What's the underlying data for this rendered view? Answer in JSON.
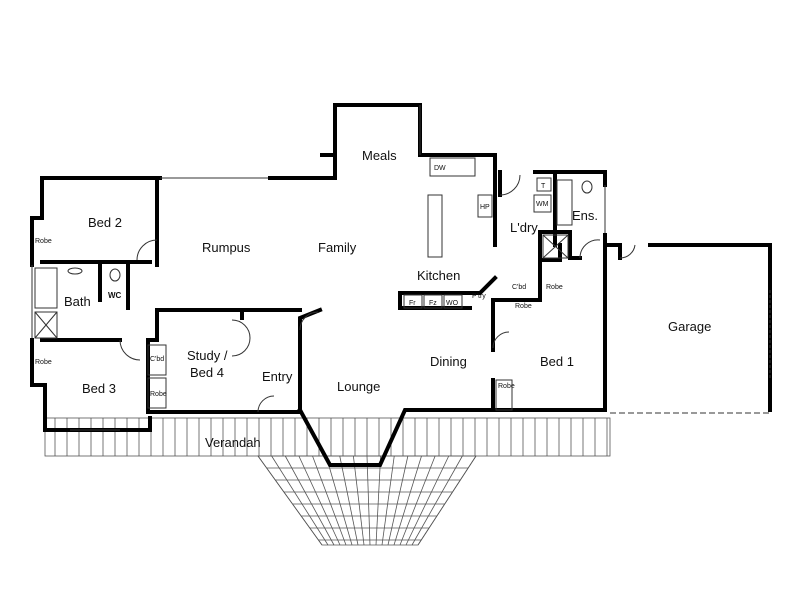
{
  "plan": {
    "rooms": {
      "meals": "Meals",
      "bed2": "Bed 2",
      "rumpus": "Rumpus",
      "family": "Family",
      "kitchen": "Kitchen",
      "laundry": "L'dry",
      "ensuite": "Ens.",
      "bath": "Bath",
      "wc": "WC",
      "study_line1": "Study /",
      "study_line2": "Bed 4",
      "entry": "Entry",
      "lounge": "Lounge",
      "dining": "Dining",
      "bed1": "Bed 1",
      "bed3": "Bed 3",
      "garage": "Garage",
      "verandah": "Verandah"
    },
    "fixtures": {
      "dw": "DW",
      "hp": "HP",
      "t": "T",
      "wm": "WM",
      "fr": "Fr",
      "fz": "Fz",
      "wo": "WO",
      "pantry": "P'try",
      "cbd_laundry": "C'bd",
      "robe_ens": "Robe",
      "robe_bed1_top": "Robe",
      "robe_bed1": "Robe",
      "robe_bed2": "Robe",
      "robe_bed3": "Robe",
      "cbd_study": "C'bd",
      "robe_study": "Robe"
    }
  }
}
